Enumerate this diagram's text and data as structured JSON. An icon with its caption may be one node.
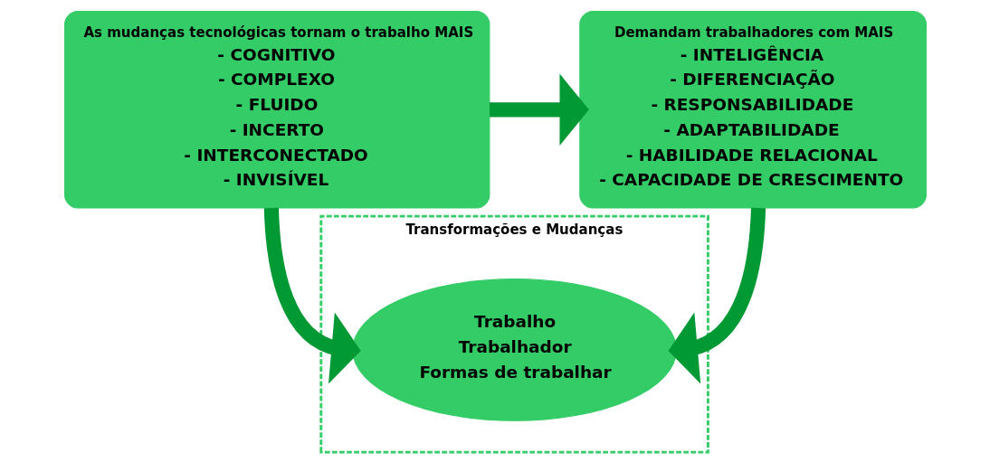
{
  "diagram": {
    "nodes": [
      {
        "text": [
          "As mudanças tecnológicas tornam o trabalho MAIS",
          "- COGNITIVO",
          "- COMPLEXO",
          "- FLUIDO",
          "- INCERTO",
          "- INTERCONECTADO",
          "- INVISÍVEL"
        ]
      },
      {
        "text": [
          "Demandam trabalhadores com MAIS",
          "- INTELIGÊNCIA",
          "- DIFERENCIAÇÃO",
          "- RESPONSABILIDADE",
          "- ADAPTABILIDADE",
          "- HABILIDADE RELACIONAL",
          "- CAPACIDADE DE CRESCIMENTO"
        ]
      },
      {
        "text": [
          "Transformações e Mudanças"
        ]
      },
      {
        "text": [
          "Trabalho",
          "Trabalhador",
          "Formas de trabalhar"
        ],
        "in": 2
      }
    ],
    "edges": [
      {
        "from": 0,
        "to": 1,
        "arrow": "to"
      },
      {
        "from": 0,
        "to": 3,
        "arrow": "to"
      },
      {
        "from": 1,
        "to": 3,
        "arrow": "to"
      }
    ]
  }
}
